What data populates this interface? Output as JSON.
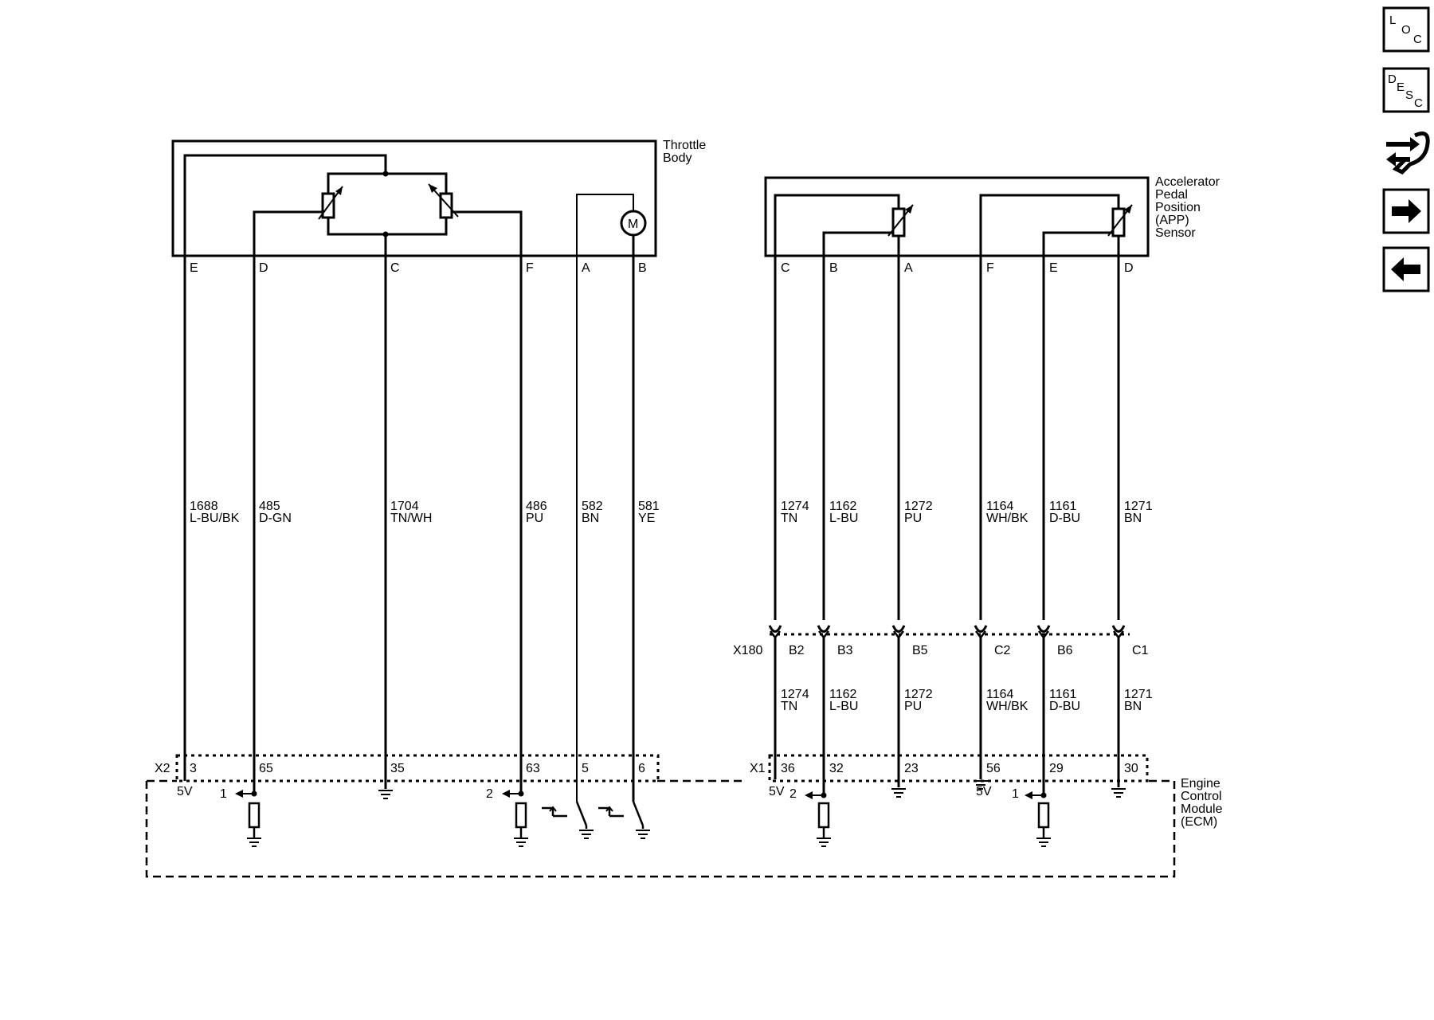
{
  "throttle_body": {
    "title_line1": "Throttle",
    "title_line2": "Body",
    "pins": [
      "E",
      "D",
      "C",
      "F",
      "A",
      "B"
    ],
    "motor": "M"
  },
  "app_sensor": {
    "title_lines": [
      "Accelerator",
      "Pedal",
      "Position",
      "(APP)",
      "Sensor"
    ],
    "pins": [
      "C",
      "B",
      "A",
      "F",
      "E",
      "D"
    ]
  },
  "tb_wires": [
    {
      "circuit": "1688",
      "color": "L-BU/BK"
    },
    {
      "circuit": "485",
      "color": "D-GN"
    },
    {
      "circuit": "1704",
      "color": "TN/WH"
    },
    {
      "circuit": "486",
      "color": "PU"
    },
    {
      "circuit": "582",
      "color": "BN"
    },
    {
      "circuit": "581",
      "color": "YE"
    }
  ],
  "app_wires_upper": [
    {
      "circuit": "1274",
      "color": "TN"
    },
    {
      "circuit": "1162",
      "color": "L-BU"
    },
    {
      "circuit": "1272",
      "color": "PU"
    },
    {
      "circuit": "1164",
      "color": "WH/BK"
    },
    {
      "circuit": "1161",
      "color": "D-BU"
    },
    {
      "circuit": "1271",
      "color": "BN"
    }
  ],
  "app_wires_lower": [
    {
      "circuit": "1274",
      "color": "TN"
    },
    {
      "circuit": "1162",
      "color": "L-BU"
    },
    {
      "circuit": "1272",
      "color": "PU"
    },
    {
      "circuit": "1164",
      "color": "WH/BK"
    },
    {
      "circuit": "1161",
      "color": "D-BU"
    },
    {
      "circuit": "1271",
      "color": "BN"
    }
  ],
  "inline_connector": {
    "name": "X180",
    "pins": [
      "B2",
      "B3",
      "B5",
      "C2",
      "B6",
      "C1"
    ]
  },
  "ecm_connector_x2": {
    "name": "X2",
    "pins": [
      "3",
      "65",
      "35",
      "63",
      "5",
      "6"
    ]
  },
  "ecm_connector_x1": {
    "name": "X1",
    "pins": [
      "36",
      "32",
      "23",
      "56",
      "29",
      "30"
    ]
  },
  "ecm": {
    "title_lines": [
      "Engine",
      "Control",
      "Module",
      "(ECM)"
    ],
    "ref_5v": "5V",
    "signal_1": "1",
    "signal_2": "2"
  },
  "side_nav": {
    "loc": {
      "l1": "L",
      "l2": "O",
      "l3": "C"
    },
    "desc": {
      "l1": "D",
      "l2": "E",
      "l3": "S",
      "l4": "C"
    },
    "icons": [
      "connector-tool-icon",
      "arrow-right-icon",
      "arrow-left-icon"
    ]
  }
}
